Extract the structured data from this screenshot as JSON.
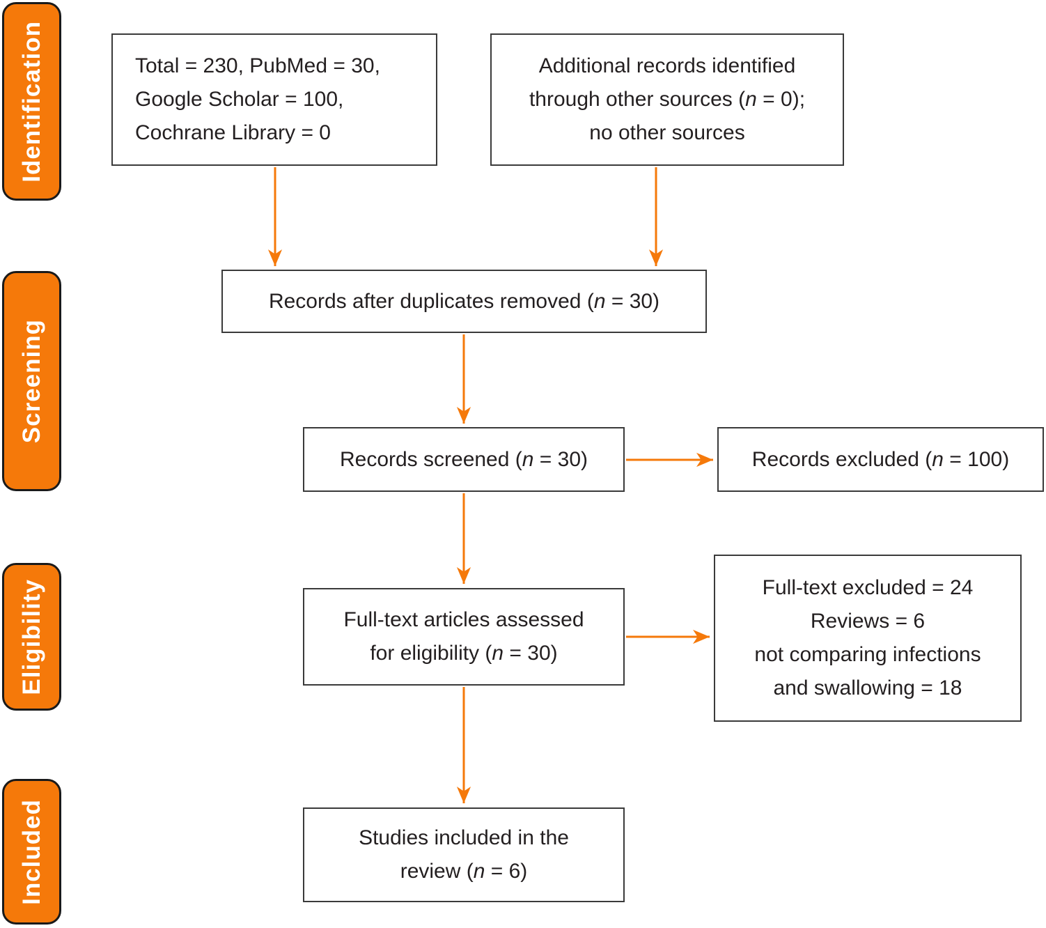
{
  "colors": {
    "accent": "#f5790a",
    "box_border": "#3a3a3a",
    "text": "#231f20",
    "label_text": "#ffffff"
  },
  "stages": [
    {
      "label": "Identification"
    },
    {
      "label": "Screening"
    },
    {
      "label": "Eligibility"
    },
    {
      "label": "Included"
    }
  ],
  "boxes": {
    "sources": {
      "line1": "Total = 230, PubMed = 30,",
      "line2": "Google Scholar = 100,",
      "line3": "Cochrane Library = 0"
    },
    "additional": {
      "line1": "Additional records identified",
      "line2_pre": "through other sources (",
      "line2_var": "n",
      "line2_post": " = 0);",
      "line3": "no other sources"
    },
    "duplicates": {
      "pre": "Records after duplicates removed (",
      "var": "n",
      "post": " = 30)"
    },
    "screened": {
      "pre": "Records screened (",
      "var": "n",
      "post": " = 30)"
    },
    "excluded": {
      "pre": "Records excluded (",
      "var": "n",
      "post": " = 100)"
    },
    "fulltext": {
      "line1": "Full-text articles assessed",
      "line2_pre": "for eligibility (",
      "line2_var": "n",
      "line2_post": " = 30)"
    },
    "fulltext_excluded": {
      "line1": "Full-text excluded = 24",
      "line2": "Reviews = 6",
      "line3": "not comparing infections",
      "line4": "and swallowing = 18"
    },
    "included_studies": {
      "line1": "Studies included in the",
      "line2_pre": "review (",
      "line2_var": "n",
      "line2_post": " = 6)"
    }
  }
}
